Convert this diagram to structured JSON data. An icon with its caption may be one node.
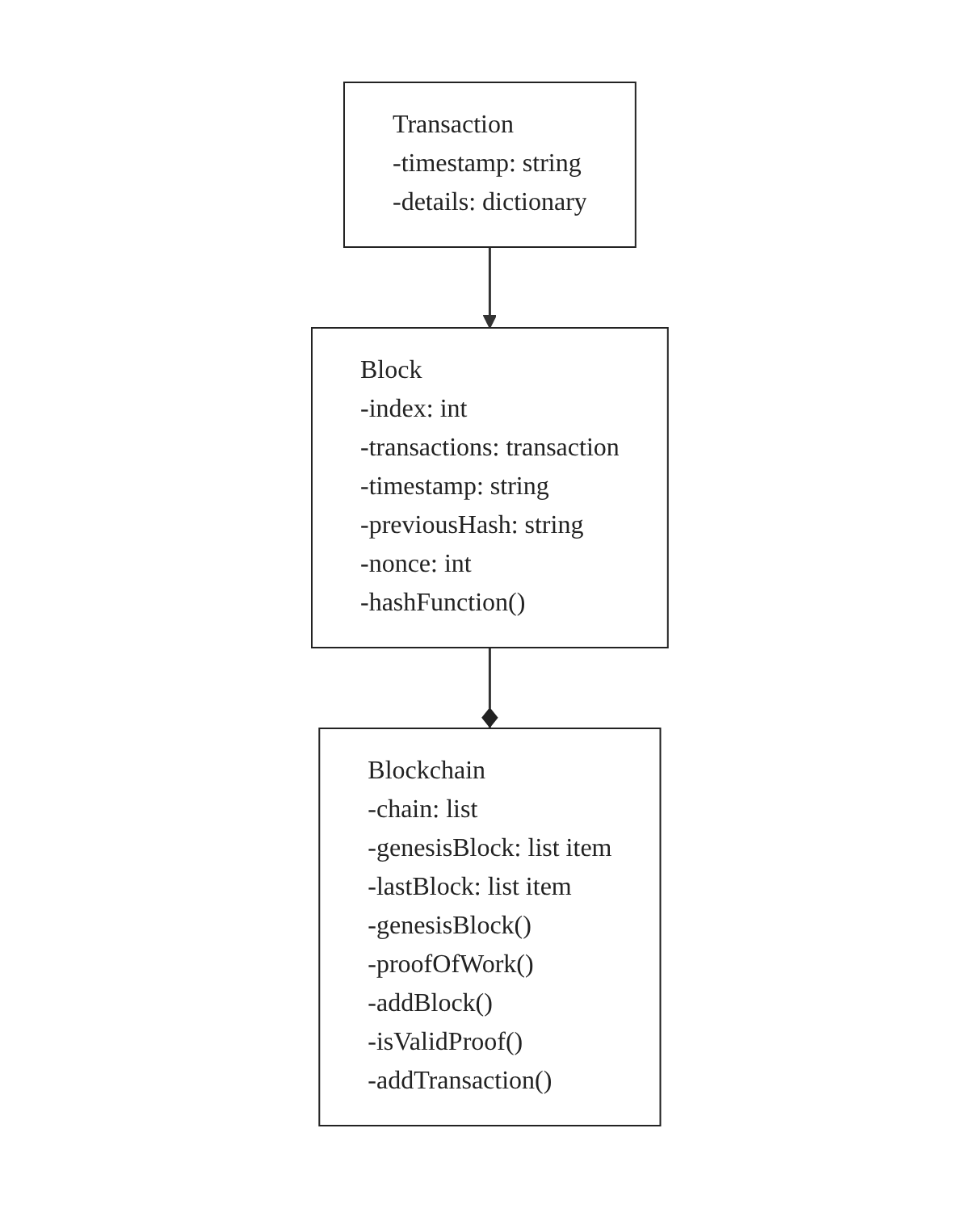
{
  "diagram": {
    "nodes": [
      {
        "text": [
          "Blockchain",
          "-chain: list",
          "-genesisBlock: list item",
          "-lastBlock: list item",
          "-genesisBlock()",
          "-proofOfWork()",
          "-addBlock()",
          "-isValidProof()",
          "-addTransaction()"
        ]
      },
      {
        "text": [
          "Block",
          "-index: int",
          "-transactions: transaction",
          "-timestamp: string",
          "-previousHash: string",
          "-nonce: int",
          "-hashFunction()"
        ]
      },
      {
        "text": [
          "Transaction",
          "-timestamp: string",
          "-details: dictionary"
        ]
      }
    ],
    "edges": [
      {
        "from": 1,
        "to": 0,
        "arrow": "other"
      },
      {
        "from": 2,
        "to": 1,
        "arrow": "to"
      }
    ]
  }
}
